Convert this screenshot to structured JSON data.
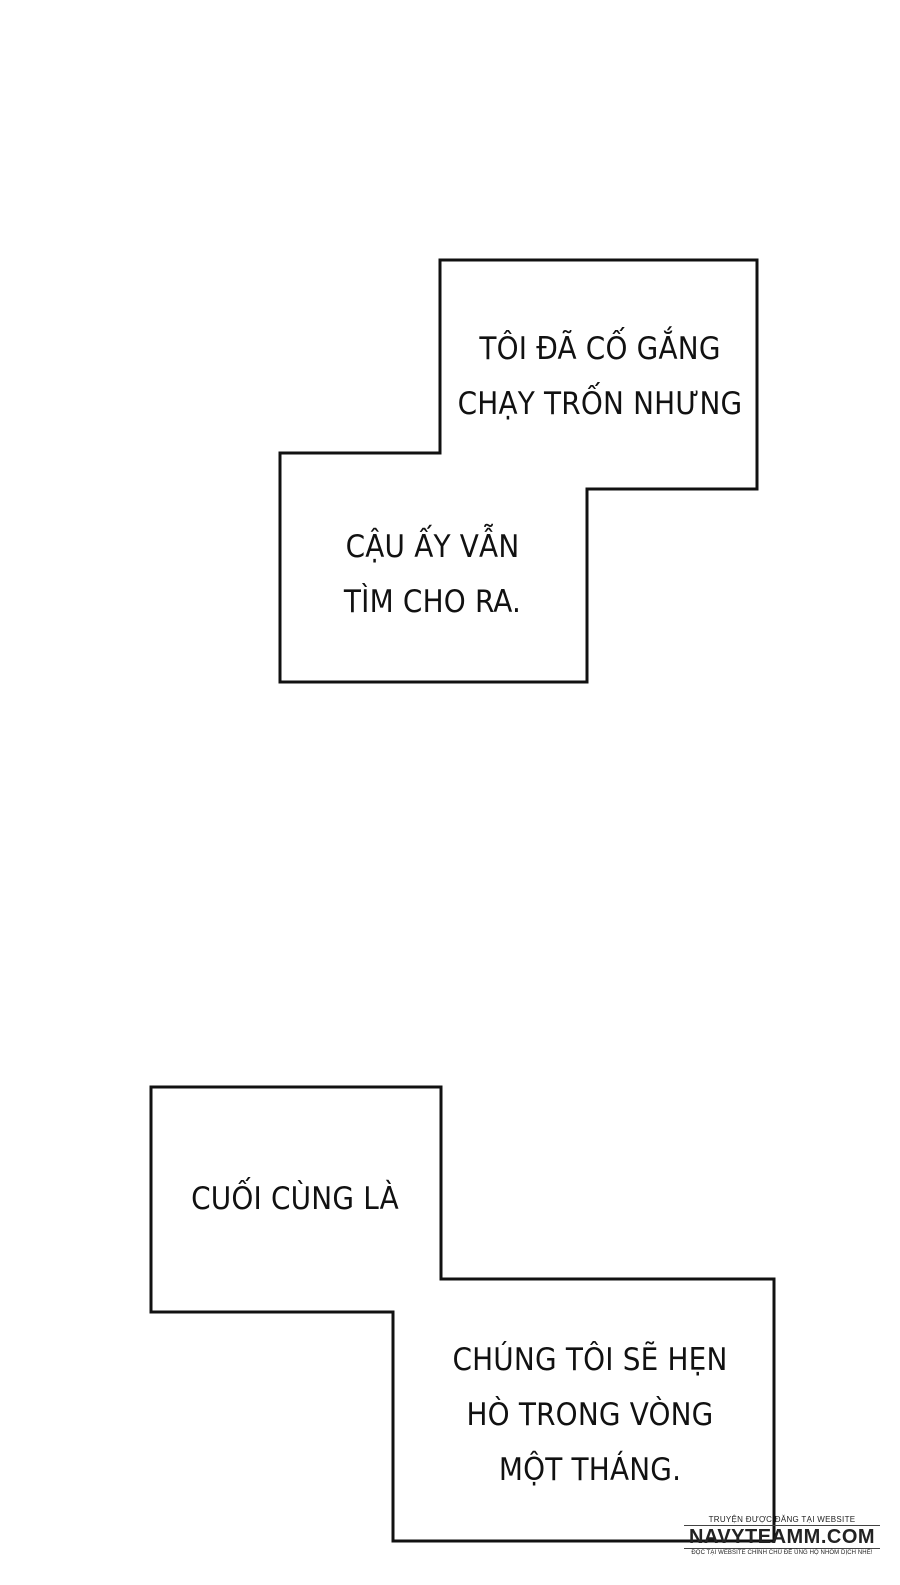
{
  "captions": {
    "box1_top": "TÔI ĐÃ CỐ GẮNG\nCHẠY TRỐN NHƯNG",
    "box1_bottom": "CẬU ẤY VẪN\nTÌM CHO RA.",
    "box2_top": "CUỐI CÙNG LÀ",
    "box2_bottom": "CHÚNG TÔI SẼ HẸN\nHÒ TRONG VÒNG\nMỘT THÁNG."
  },
  "watermark": {
    "top_line": "TRUYỆN ĐƯỢC ĐĂNG TẠI WEBSITE",
    "site": "NAVYTEAMM.COM",
    "bottom_line": "ĐỌC TẠI WEBSITE CHÍNH CHỦ ĐỂ ỦNG HỘ NHÓM DỊCH NHÉ!"
  },
  "colors": {
    "background": "#ffffff",
    "border": "#111111",
    "text": "#111111"
  }
}
